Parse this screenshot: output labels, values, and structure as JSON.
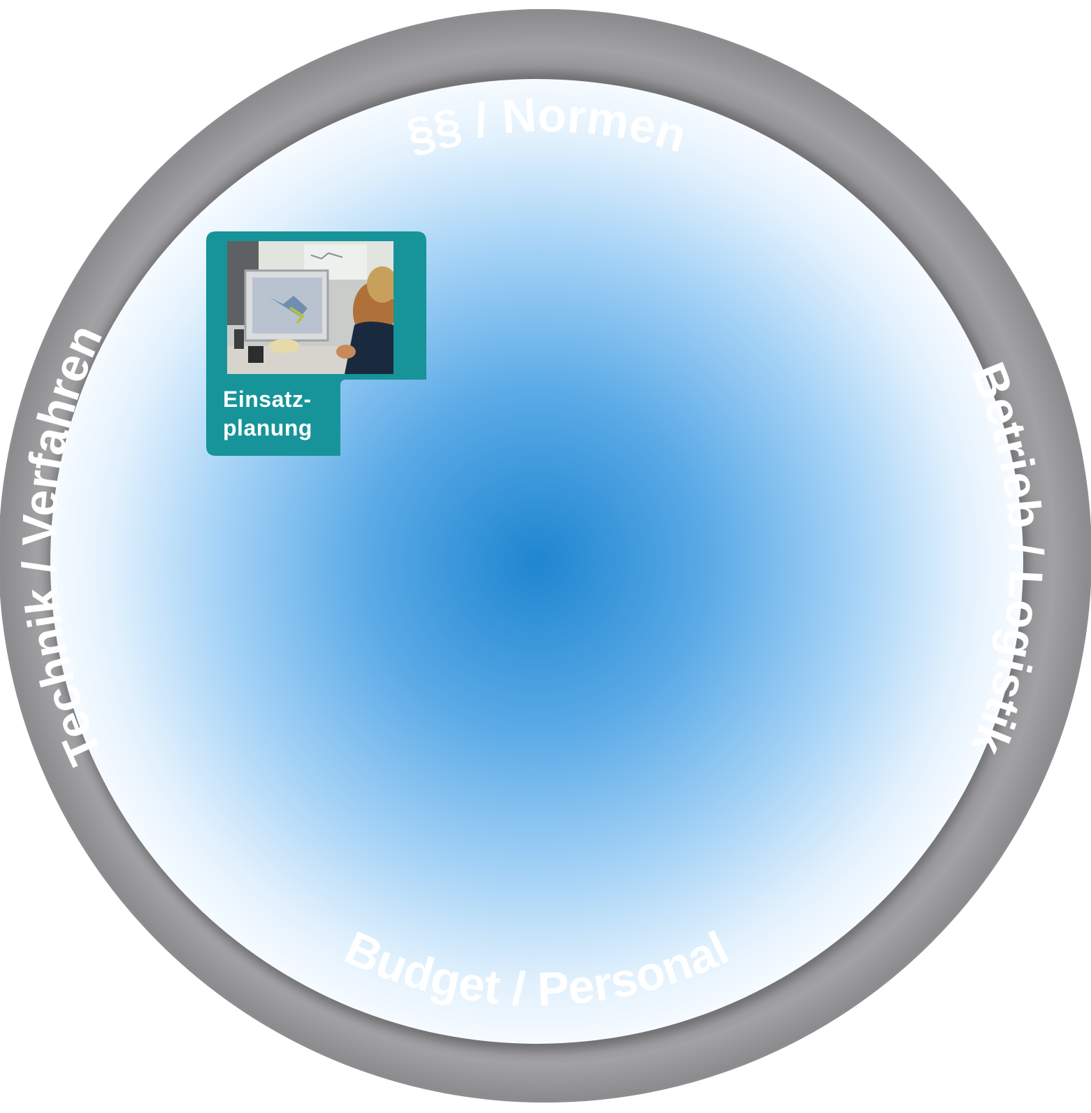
{
  "ring": {
    "top_label": "§§ / Normen",
    "right_label": "Betrieb / Logistik",
    "bottom_label": "Budget / Personal",
    "left_label": "Technik / Verfahren"
  },
  "tile": {
    "label_line1": "Einsatz-",
    "label_line2": "planung",
    "photo_icon": "office-workstation-photo"
  },
  "colors": {
    "ring": "#9a9a9c",
    "ring_dark": "#7d7d80",
    "center_blue": "#1f86d0",
    "mid_blue": "#86c0ee",
    "edge_blue": "#f2f9ff",
    "tile_teal": "#169499"
  }
}
